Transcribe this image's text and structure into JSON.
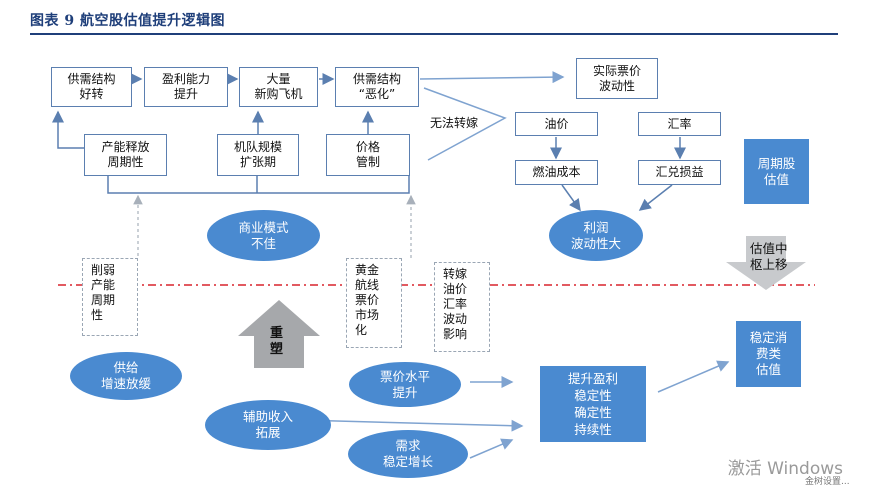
{
  "title": "图表 9 航空股估值提升逻辑图",
  "top_boxes": {
    "supply_demand_improve": "供需结构\n好转",
    "profitability_up": "盈利能力\n提升",
    "mass_aircraft_purchase": "大量\n新购飞机",
    "supply_demand_worsen": "供需结构\n“恶化”",
    "capacity_release_cycle": "产能释放\n周期性",
    "fleet_expansion": "机队规模\n扩张期",
    "price_control": "价格\n管制"
  },
  "right_boxes": {
    "actual_fare_volatility": "实际票价\n波动性",
    "oil_price": "油价",
    "fx_rate": "汇率",
    "fuel_cost": "燃油成本",
    "fx_gain_loss": "汇兑损益"
  },
  "labels": {
    "cannot_pass_on": "无法转嫁",
    "valuation_shift": "估值中\n枢上移"
  },
  "ellipses": {
    "profit_volatile": "利润\n波动性大",
    "business_model_poor": "商业模式\n不佳",
    "supply_growth_slow": "供给\n增速放缓",
    "fare_level_up": "票价水平\n提升",
    "ancillary_revenue": "辅助收入\n拓展",
    "demand_stable": "需求\n稳定增长"
  },
  "fill_boxes": {
    "cyclical_valuation": "周期股\n估值",
    "profit_stability": "提升盈利\n稳定性\n确定性\n持续性",
    "consumer_valuation": "稳定消\n费类\n估值"
  },
  "dashed_boxes": {
    "weaken_cycle": "削弱\n产能\n周期\n性",
    "golden_routes": "黄金\n航线\n票价\n市场\n化",
    "pass_through": "转嫁\n油价\n汇率\n波动\n影响"
  },
  "reshape_label": "重\n塑",
  "watermark": "激活 Windows",
  "watermark_sub": "金树设置..."
}
